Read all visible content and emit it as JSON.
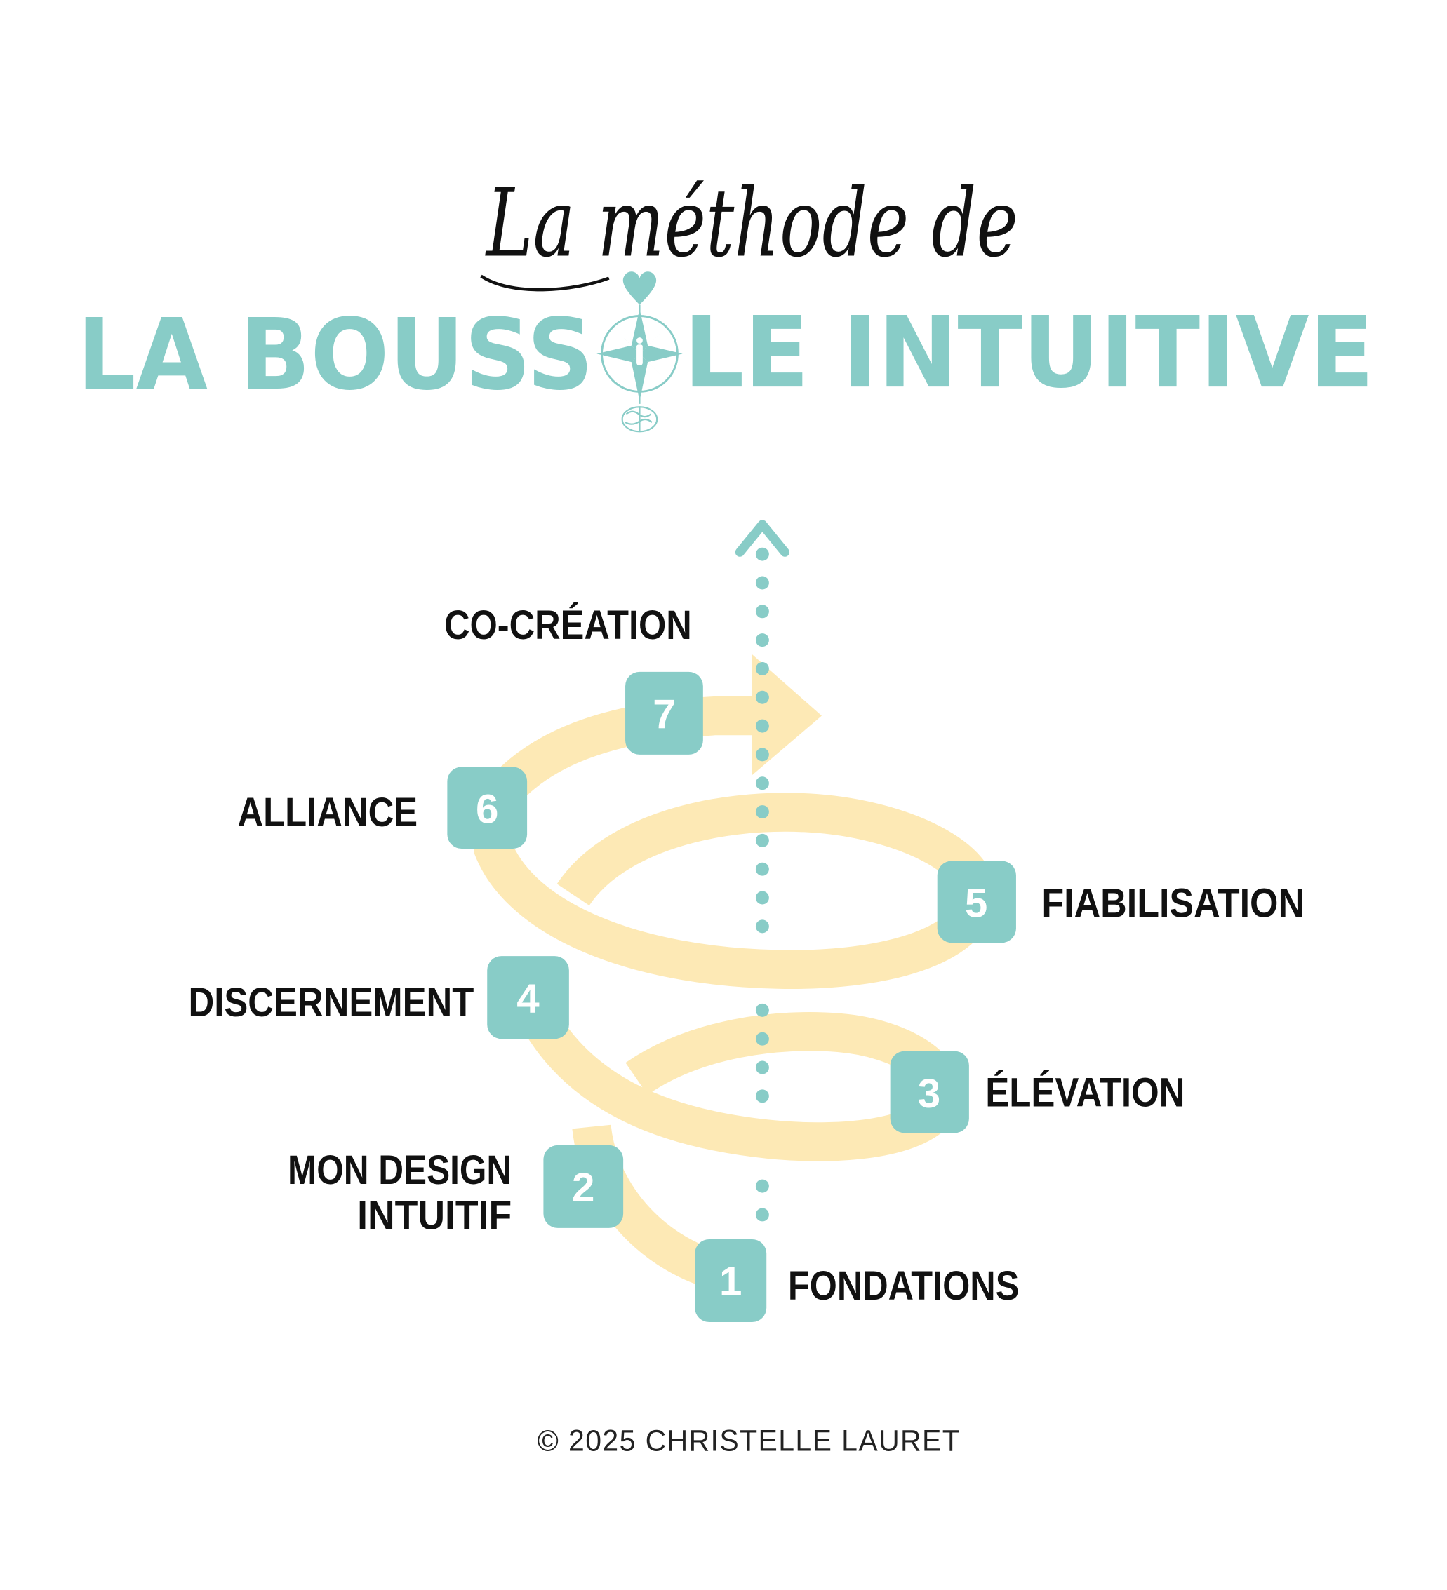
{
  "header": {
    "script_title": "La méthode de",
    "main_title_part1": "LA BOUSS",
    "main_title_part2": "LE INTUITIVE",
    "logo_text": "LA BOUSSOLE INTUITIVE"
  },
  "colors": {
    "teal": "#88CCC7",
    "spiral": "#FDE9B5",
    "text": "#111111"
  },
  "steps": [
    {
      "number": "1",
      "label": "FONDATIONS"
    },
    {
      "number": "2",
      "label_line1": "MON DESIGN",
      "label_line2": "INTUITIF"
    },
    {
      "number": "3",
      "label": "ÉLÉVATION"
    },
    {
      "number": "4",
      "label": "DISCERNEMENT"
    },
    {
      "number": "5",
      "label": "FIABILISATION"
    },
    {
      "number": "6",
      "label": "ALLIANCE"
    },
    {
      "number": "7",
      "label": "CO-CRÉATION"
    }
  ],
  "footer": {
    "copyright": "© 2025 CHRISTELLE LAURET"
  }
}
